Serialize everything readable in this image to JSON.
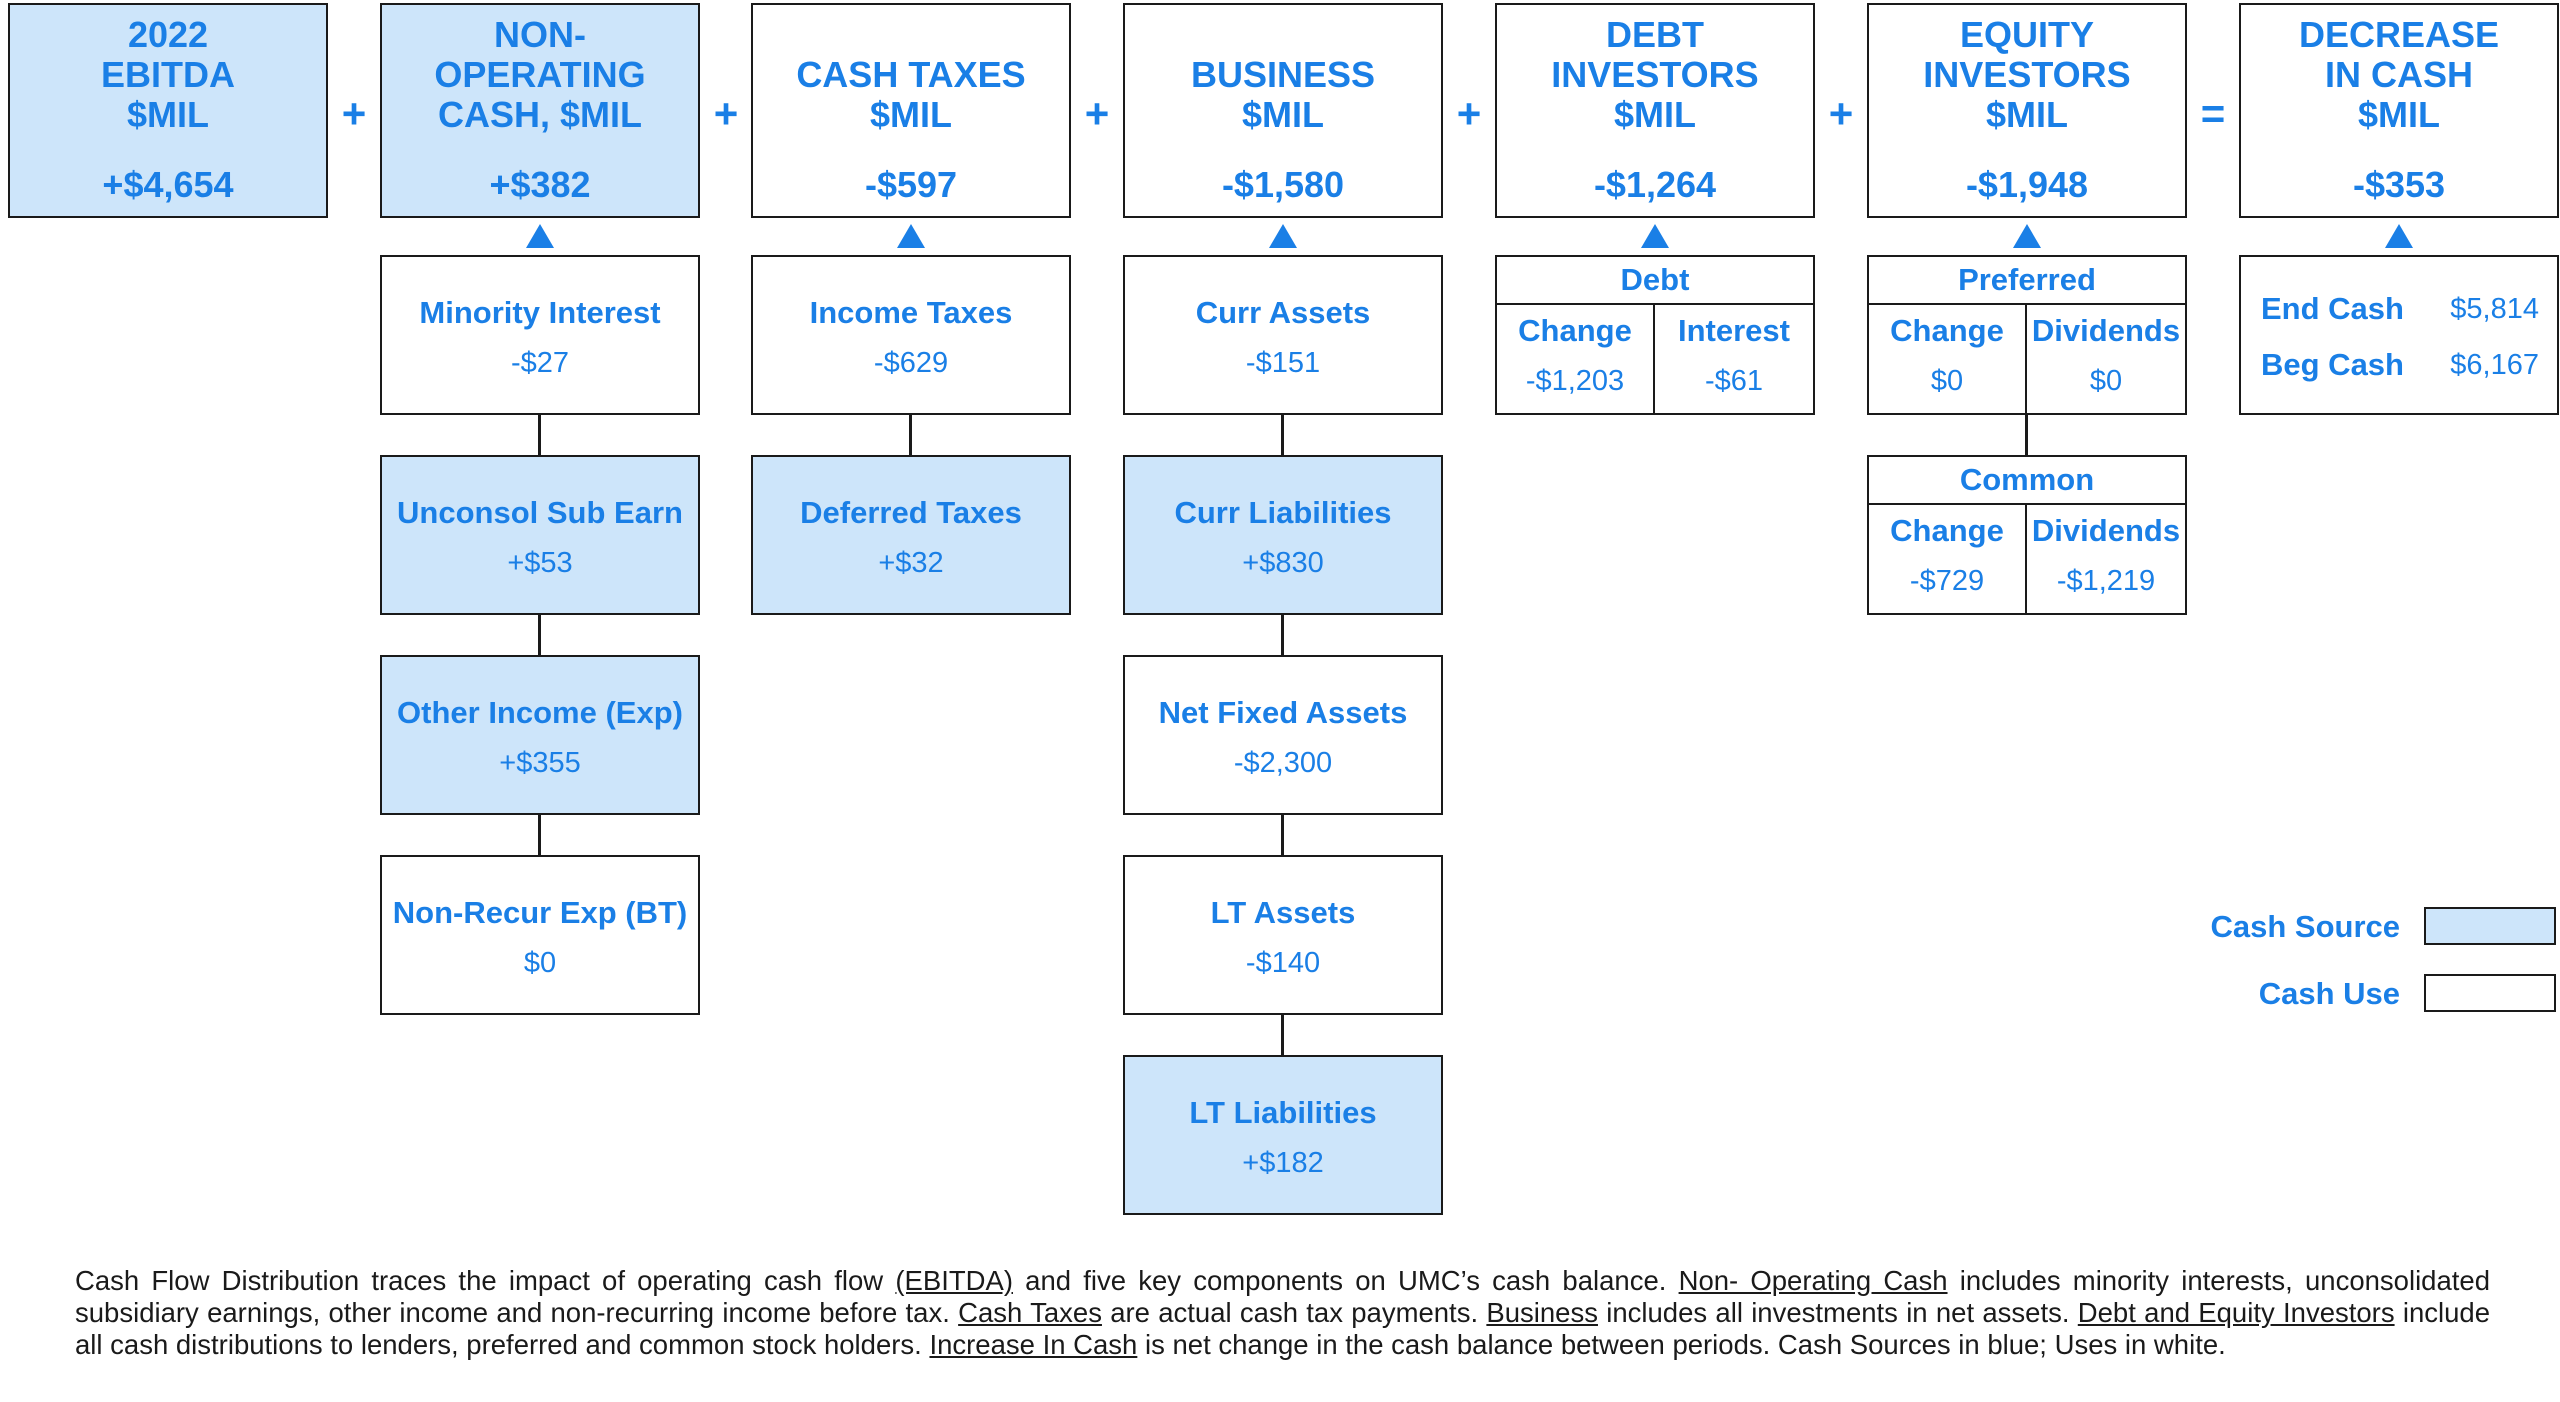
{
  "header": {
    "ebitda": {
      "title": "2022\nEBITDA\n$MIL",
      "value": "+$4,654"
    },
    "nonop": {
      "title": "NON-\nOPERATING\nCASH, $MIL",
      "value": "+$382"
    },
    "taxes": {
      "title": "CASH TAXES\n$MIL",
      "value": "-$597"
    },
    "business": {
      "title": "BUSINESS\n$MIL",
      "value": "-$1,580"
    },
    "debt": {
      "title": "DEBT\nINVESTORS\n$MIL",
      "value": "-$1,264"
    },
    "equity": {
      "title": "EQUITY\nINVESTORS\n$MIL",
      "value": "-$1,948"
    },
    "cash": {
      "title": "DECREASE\nIN CASH\n$MIL",
      "value": "-$353"
    }
  },
  "operators": [
    "+",
    "+",
    "+",
    "+",
    "+",
    "="
  ],
  "nonop_items": [
    {
      "label": "Minority Interest",
      "value": "-$27",
      "type": "use"
    },
    {
      "label": "Unconsol Sub Earn",
      "value": "+$53",
      "type": "source"
    },
    {
      "label": "Other Income (Exp)",
      "value": "+$355",
      "type": "source"
    },
    {
      "label": "Non-Recur Exp (BT)",
      "value": "$0",
      "type": "use"
    }
  ],
  "tax_items": [
    {
      "label": "Income Taxes",
      "value": "-$629",
      "type": "use"
    },
    {
      "label": "Deferred Taxes",
      "value": "+$32",
      "type": "source"
    }
  ],
  "business_items": [
    {
      "label": "Curr Assets",
      "value": "-$151",
      "type": "use"
    },
    {
      "label": "Curr Liabilities",
      "value": "+$830",
      "type": "source"
    },
    {
      "label": "Net Fixed Assets",
      "value": "-$2,300",
      "type": "use"
    },
    {
      "label": "LT Assets",
      "value": "-$140",
      "type": "use"
    },
    {
      "label": "LT Liabilities",
      "value": "+$182",
      "type": "source"
    }
  ],
  "debt_detail": {
    "header": "Debt",
    "col1": {
      "label": "Change",
      "value": "-$1,203"
    },
    "col2": {
      "label": "Interest",
      "value": "-$61"
    }
  },
  "preferred_detail": {
    "header": "Preferred",
    "col1": {
      "label": "Change",
      "value": "$0"
    },
    "col2": {
      "label": "Dividends",
      "value": "$0"
    }
  },
  "common_detail": {
    "header": "Common",
    "col1": {
      "label": "Change",
      "value": "-$729"
    },
    "col2": {
      "label": "Dividends",
      "value": "-$1,219"
    }
  },
  "cash_detail": {
    "end_label": "End Cash",
    "end_value": "$5,814",
    "beg_label": "Beg Cash",
    "beg_value": "$6,167"
  },
  "legend": {
    "source_label": "Cash Source",
    "use_label": "Cash Use"
  },
  "colors": {
    "accent": "#1a7fe6",
    "source_fill": "#cde5fa",
    "use_fill": "#ffffff",
    "border": "#1a1a1a"
  },
  "footnote": {
    "p1": "Cash Flow Distribution traces the impact of operating cash flow ",
    "u1": "(EBITDA)",
    "p2": " and five key components on UMC’s cash balance. ",
    "u2": "Non- Operating Cash",
    "p3": " includes minority interests, unconsolidated subsidiary earnings, other income and non-recurring  income before tax. ",
    "u3": "Cash Taxes",
    "p4": " are actual cash tax payments. ",
    "u4": "Business",
    "p5": " includes all investments in net assets. ",
    "u5": "Debt and Equity Investors",
    "p6": " include all cash distributions to lenders, preferred and common stock holders. ",
    "u6": "Increase In Cash",
    "p7": " is net change in the cash balance between periods. Cash Sources in blue; Uses in white."
  }
}
